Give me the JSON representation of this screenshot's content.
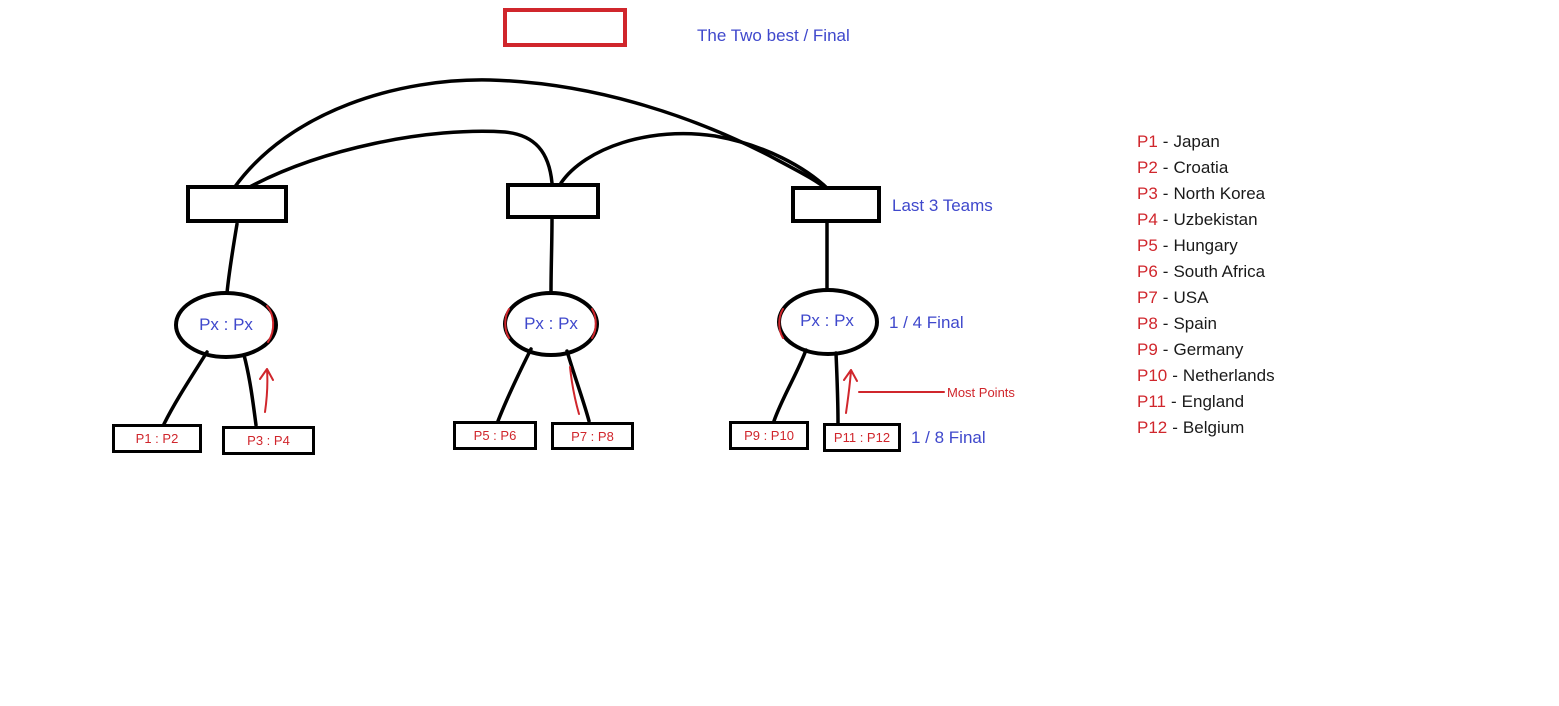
{
  "labels": {
    "final": "The Two best / Final",
    "last_three": "Last 3 Teams",
    "quarter": "1 / 4 Final",
    "eighth": "1 / 8 Final",
    "most_points": "Most Points"
  },
  "matches": {
    "quarterfinals": [
      "Px : Px",
      "Px : Px",
      "Px : Px"
    ],
    "eighthfinals": [
      "P1 : P2",
      "P3 : P4",
      "P5 : P6",
      "P7 : P8",
      "P9 : P10",
      "P11 : P12"
    ]
  },
  "legend_separator": "-",
  "legend": [
    {
      "code": "P1",
      "name": "Japan"
    },
    {
      "code": "P2",
      "name": "Croatia"
    },
    {
      "code": "P3",
      "name": "North Korea"
    },
    {
      "code": "P4",
      "name": "Uzbekistan"
    },
    {
      "code": "P5",
      "name": "Hungary"
    },
    {
      "code": "P6",
      "name": "South Africa"
    },
    {
      "code": "P7",
      "name": "USA"
    },
    {
      "code": "P8",
      "name": "Spain"
    },
    {
      "code": "P9",
      "name": "Germany"
    },
    {
      "code": "P10",
      "name": "Netherlands"
    },
    {
      "code": "P11",
      "name": "England"
    },
    {
      "code": "P12",
      "name": "Belgium"
    }
  ],
  "colors": {
    "box_red": "#d0262c",
    "text_blue": "#3f48cc",
    "line_black": "#000000"
  }
}
